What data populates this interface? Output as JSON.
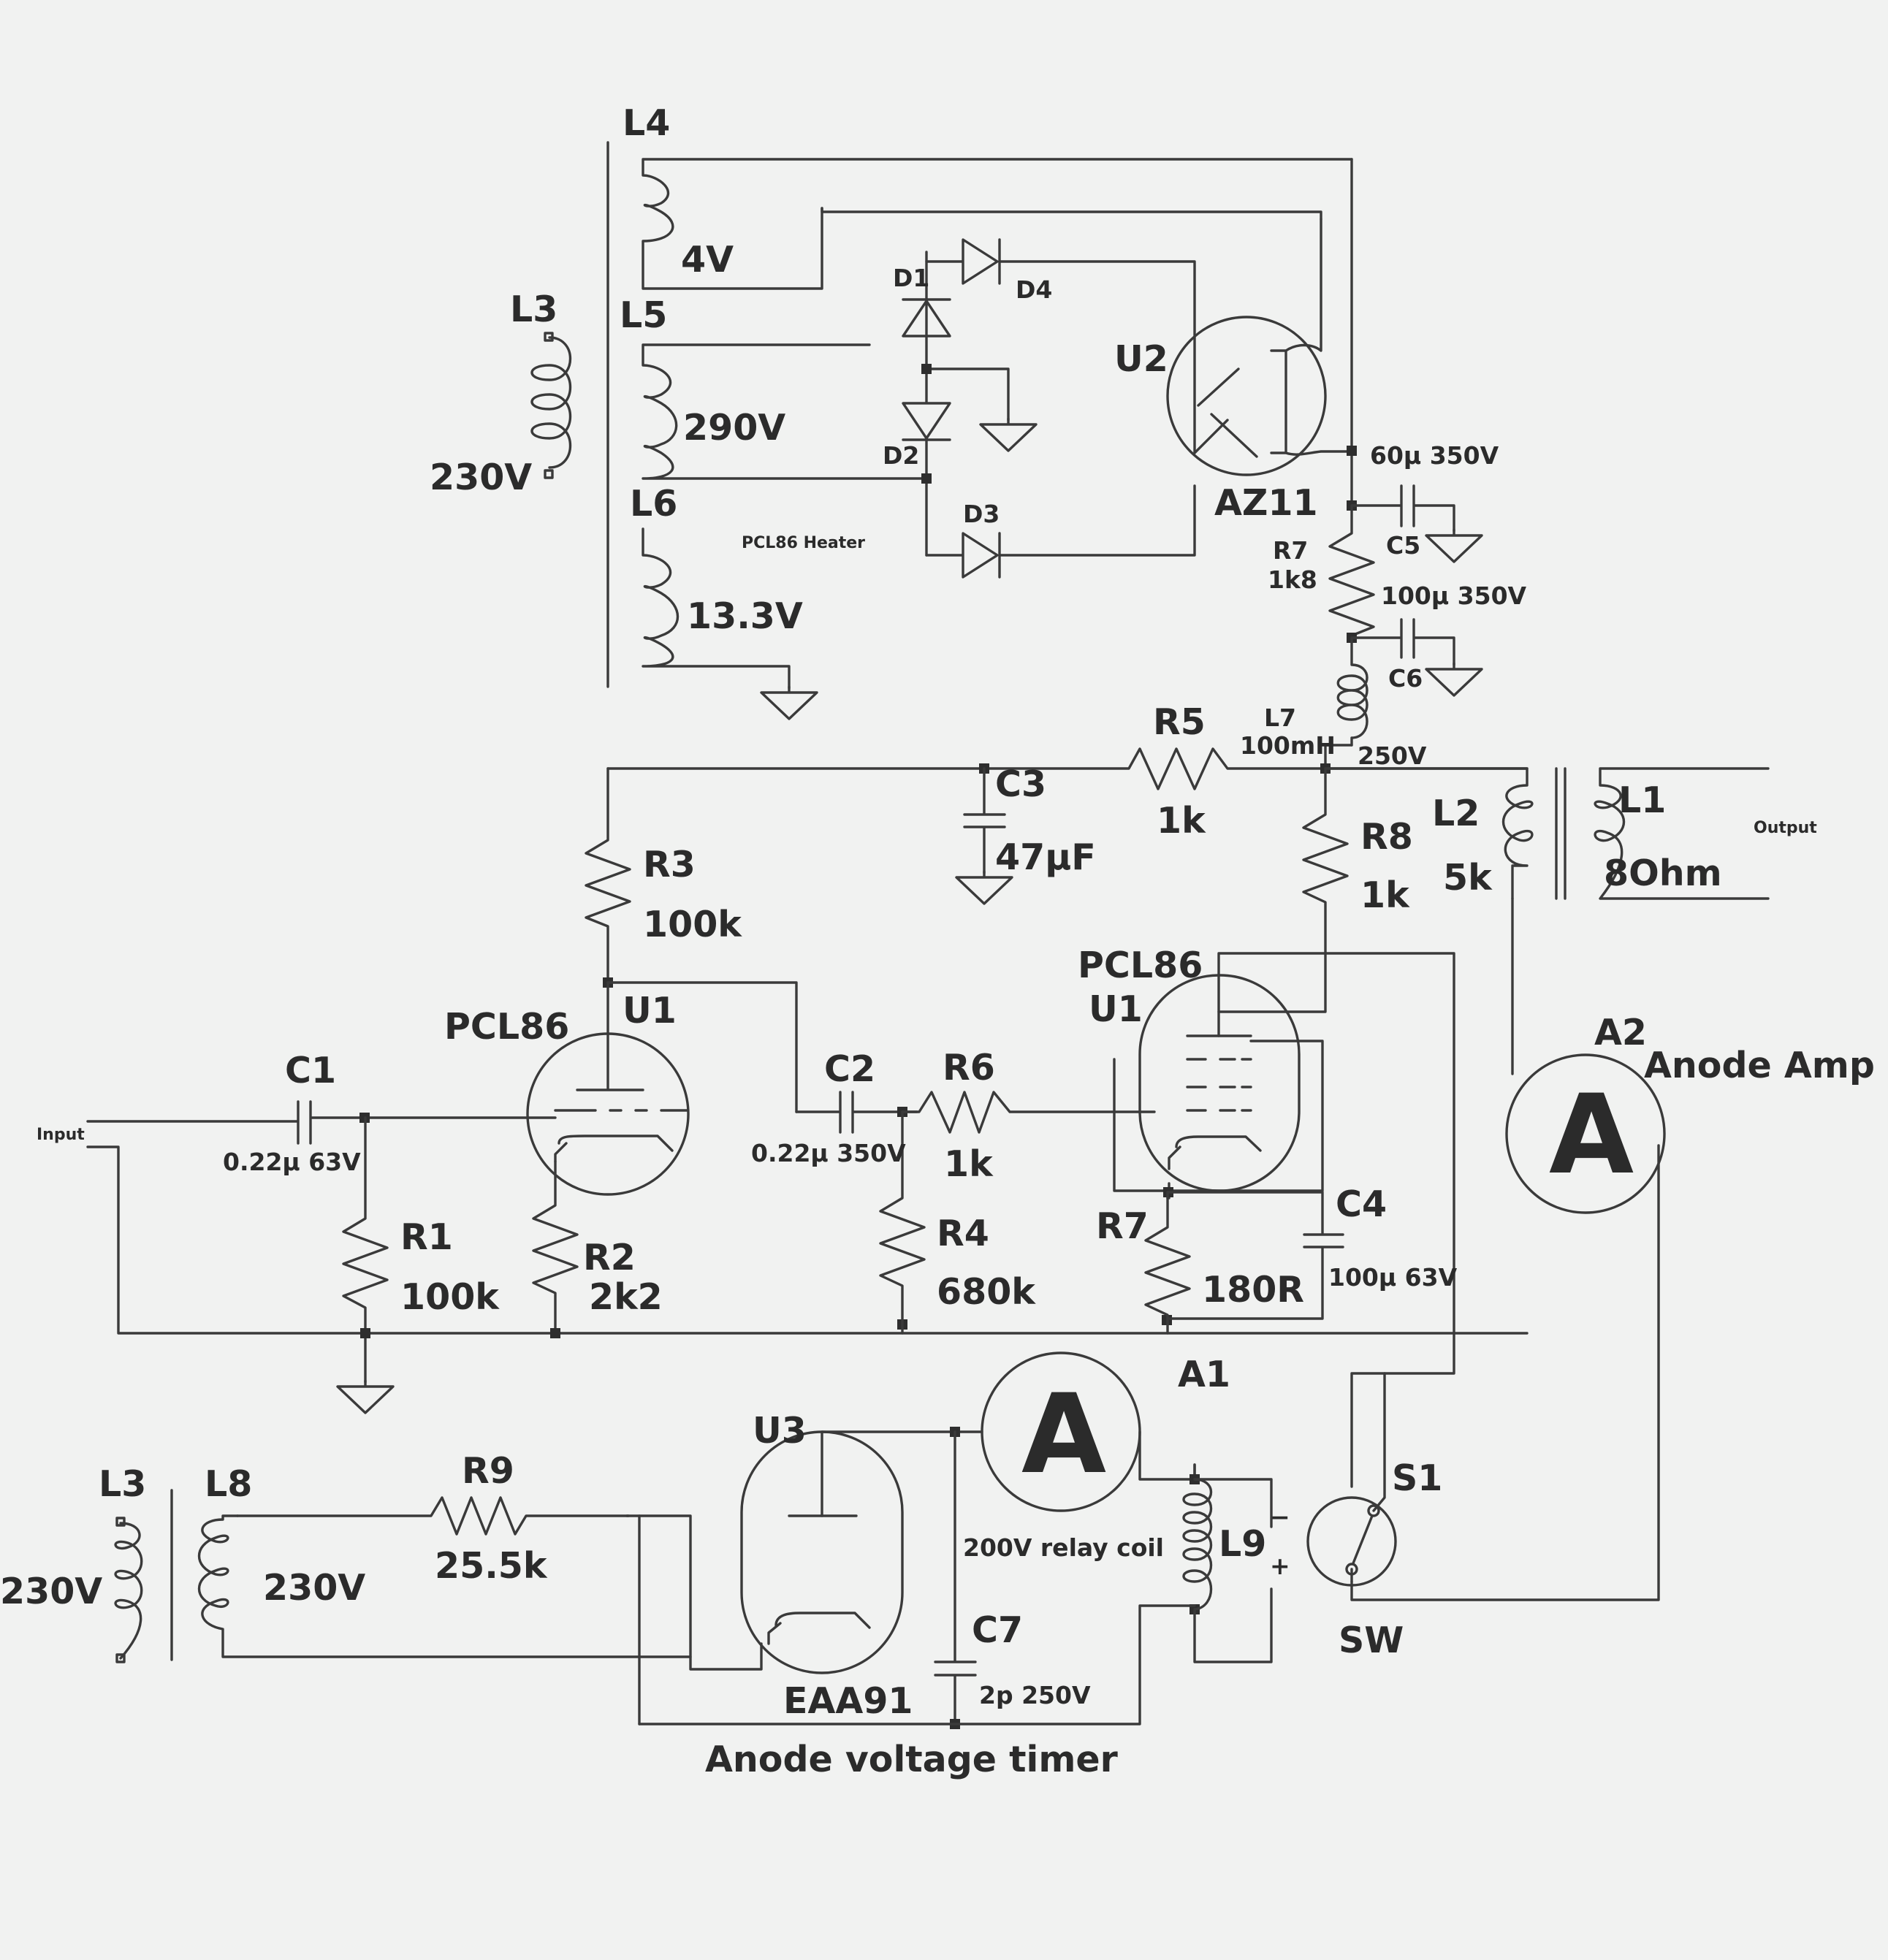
{
  "labels": {
    "L4": "L4",
    "L4_v": "4V",
    "L5": "L5",
    "L5_v": "290V",
    "L6": "L6",
    "L6_v": "13.3V",
    "L6_note": "PCL86 Heater",
    "L3_top": "L3",
    "L3_top_v": "230V",
    "D1": "D1",
    "D2": "D2",
    "D3": "D3",
    "D4": "D4",
    "U2": "U2",
    "U2_type": "AZ11",
    "C5_v": "60µ 350V",
    "C5": "C5",
    "R7_top": "R7",
    "R7_top_v": "1k8",
    "C6_v": "100µ 350V",
    "C6": "C6",
    "L7": "L7",
    "L7_v": "100mH",
    "B_plus": "250V",
    "R5": "R5",
    "R5_v": "1k",
    "C3": "C3",
    "C3_v": "47µF",
    "R3": "R3",
    "R3_v": "100k",
    "R8": "R8",
    "R8_v": "1k",
    "L2": "L2",
    "L2_v": "5k",
    "L1": "L1",
    "L1_v": "8Ohm",
    "output": "Output",
    "U1_left_type": "PCL86",
    "U1_left": "U1",
    "U1_right_type": "PCL86",
    "U1_right": "U1",
    "C1": "C1",
    "C1_v": "0.22µ 63V",
    "input": "Input",
    "C2": "C2",
    "C2_v": "0.22µ 350V",
    "R6": "R6",
    "R6_v": "1k",
    "R1": "R1",
    "R1_v": "100k",
    "R2": "R2",
    "R2_v": "2k2",
    "R4": "R4",
    "R4_v": "680k",
    "R7": "R7",
    "R7_v": "180R",
    "C4": "C4",
    "C4_v": "100µ 63V",
    "A2": "A2",
    "A2_name": "Anode Amp",
    "meter_symbol": "A",
    "A1": "A1",
    "U3": "U3",
    "U3_type": "EAA91",
    "relay_coil": "200V relay coil",
    "L9": "L9",
    "S1": "S1",
    "S1_type": "SW",
    "C7": "C7",
    "C7_v": "2p 250V",
    "L3_bottom": "L3",
    "L3_bottom_v": "230V",
    "L8": "L8",
    "L8_v": "230V",
    "R9": "R9",
    "R9_v": "25.5k",
    "timer_title": "Anode voltage timer",
    "minus": "−",
    "plus": "+"
  }
}
